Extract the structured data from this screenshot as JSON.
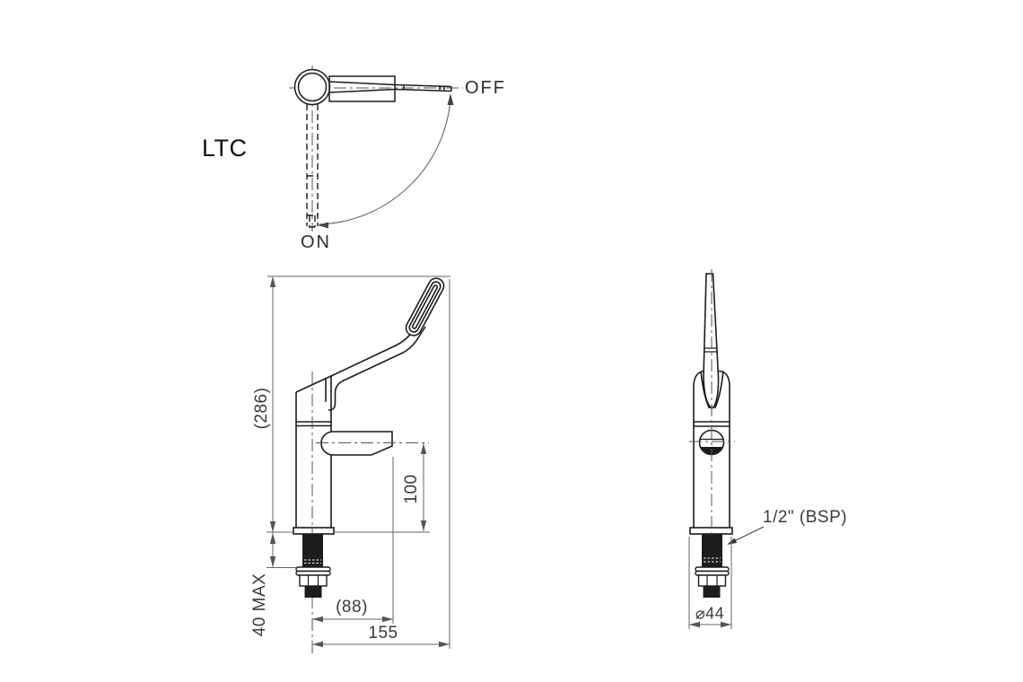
{
  "labels": {
    "model": "LTC",
    "off": "OFF",
    "on": "ON"
  },
  "dimensions": {
    "overall_height": "(286)",
    "spout_height": "100",
    "deck_max": "40 MAX",
    "spout_reach": "(88)",
    "overall_reach": "155",
    "thread": "1/2\" (BSP)",
    "base_diameter": "⌀44"
  },
  "colors": {
    "object_line": "#1c1c1c",
    "dimension_line": "#666666",
    "background": "#ffffff",
    "text": "#333333"
  }
}
